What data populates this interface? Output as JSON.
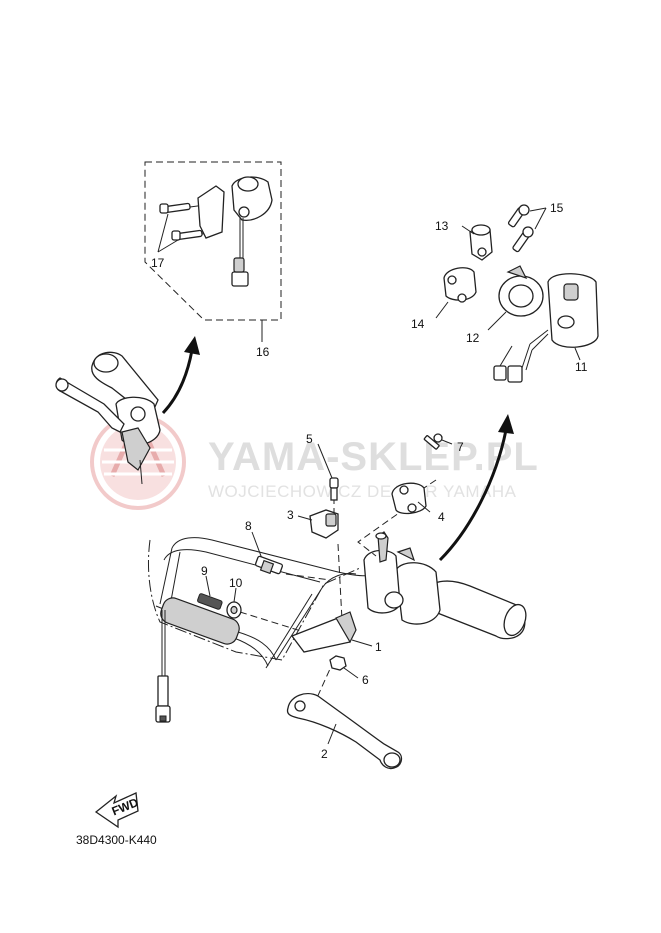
{
  "watermark": {
    "title": "YAMA-SKLEP.PL",
    "subtitle": "WOJCIECHOWICZ DEALER YAMAHA"
  },
  "fwd_label": "FWD",
  "diagram_code": "38D4300-K440",
  "callouts": [
    {
      "id": "1",
      "label": "1"
    },
    {
      "id": "2",
      "label": "2"
    },
    {
      "id": "3",
      "label": "3"
    },
    {
      "id": "4",
      "label": "4"
    },
    {
      "id": "5",
      "label": "5"
    },
    {
      "id": "6",
      "label": "6"
    },
    {
      "id": "7",
      "label": "7"
    },
    {
      "id": "8",
      "label": "8"
    },
    {
      "id": "9",
      "label": "9"
    },
    {
      "id": "10",
      "label": "10"
    },
    {
      "id": "11",
      "label": "11"
    },
    {
      "id": "12",
      "label": "12"
    },
    {
      "id": "13",
      "label": "13"
    },
    {
      "id": "14",
      "label": "14"
    },
    {
      "id": "15",
      "label": "15"
    },
    {
      "id": "16",
      "label": "16"
    },
    {
      "id": "17",
      "label": "17"
    }
  ],
  "colors": {
    "line": "#222222",
    "watermark_red": "#e8a0a0",
    "watermark_gray": "#dedede"
  }
}
